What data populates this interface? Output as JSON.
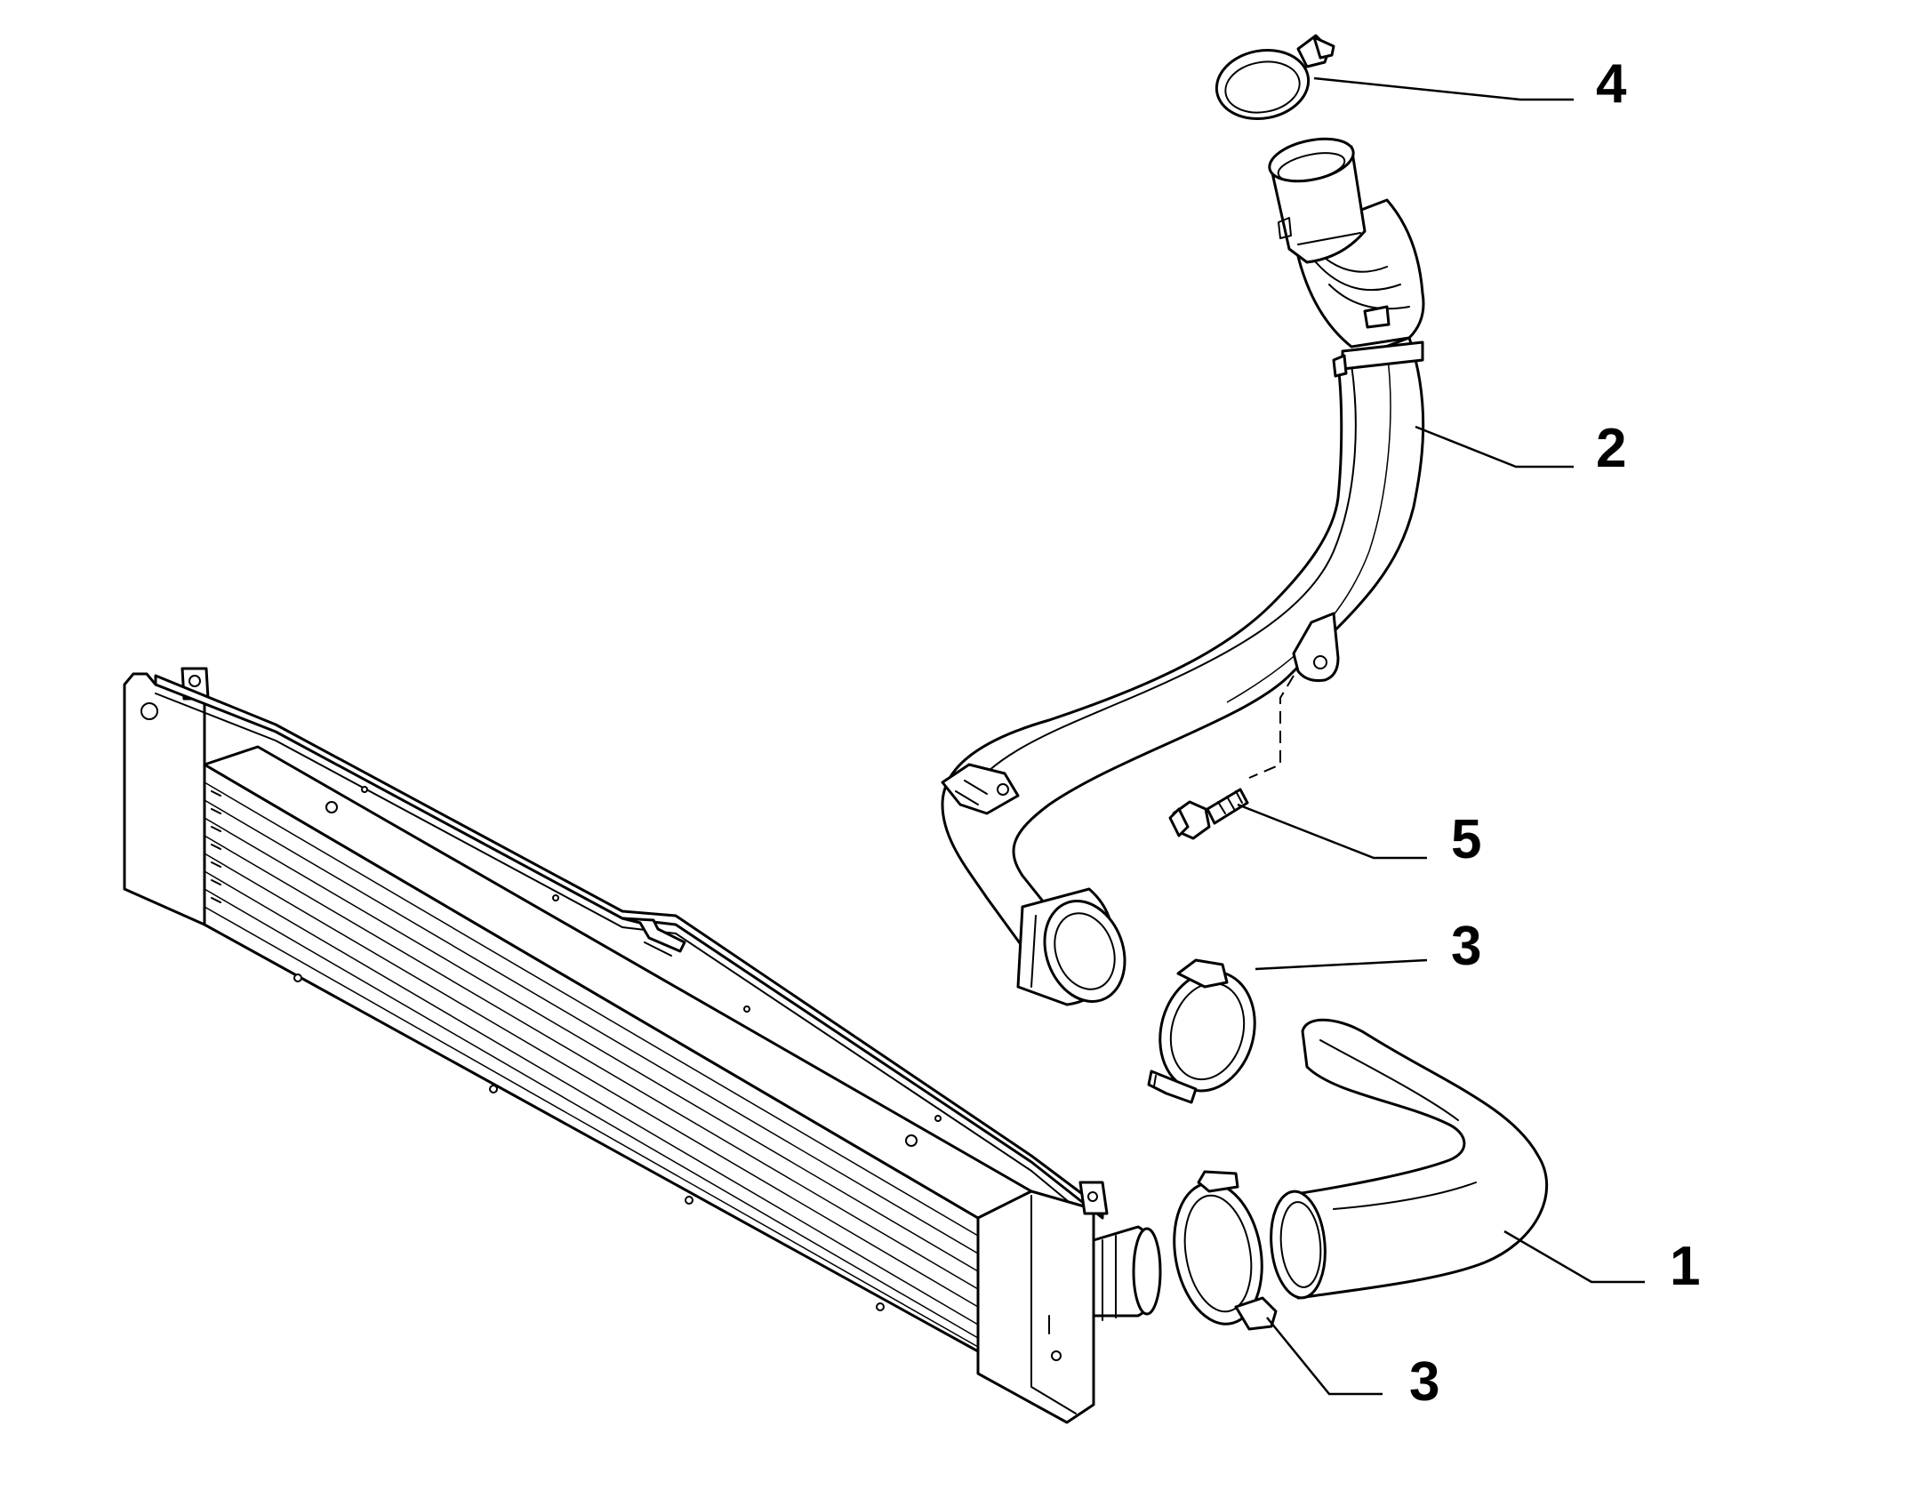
{
  "callouts": [
    {
      "id": "callout-4",
      "label": "4",
      "part": "hose-clamp-upper"
    },
    {
      "id": "callout-2",
      "label": "2",
      "part": "intake-pipe"
    },
    {
      "id": "callout-5",
      "label": "5",
      "part": "mounting-bolt"
    },
    {
      "id": "callout-3a",
      "label": "3",
      "part": "hose-clamp"
    },
    {
      "id": "callout-1",
      "label": "1",
      "part": "connecting-hose"
    },
    {
      "id": "callout-3b",
      "label": "3",
      "part": "hose-clamp"
    }
  ]
}
